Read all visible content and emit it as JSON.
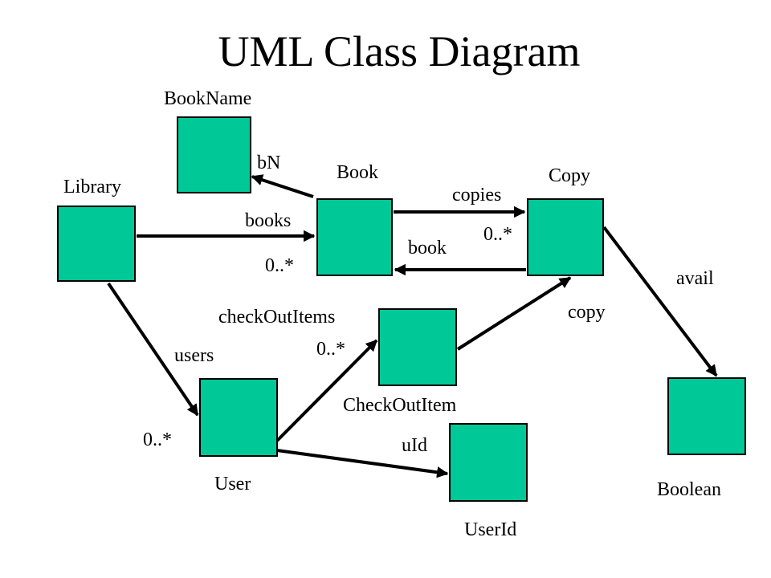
{
  "title": "UML Class Diagram",
  "colors": {
    "class_fill": "#00c896",
    "edge": "#000000",
    "background": "#ffffff"
  },
  "classes": {
    "bookname": "BookName",
    "library": "Library",
    "book": "Book",
    "copy": "Copy",
    "checkoutitem": "CheckOutItem",
    "user": "User",
    "userid": "UserId",
    "boolean": "Boolean"
  },
  "associations": {
    "bN": "bN",
    "books": "books",
    "books_mult": "0..*",
    "copies": "copies",
    "copies_mult": "0..*",
    "book": "book",
    "avail": "avail",
    "checkOutItems": "checkOutItems",
    "checkOutItems_mult": "0..*",
    "copy": "copy",
    "users": "users",
    "users_mult": "0..*",
    "uId": "uId"
  }
}
